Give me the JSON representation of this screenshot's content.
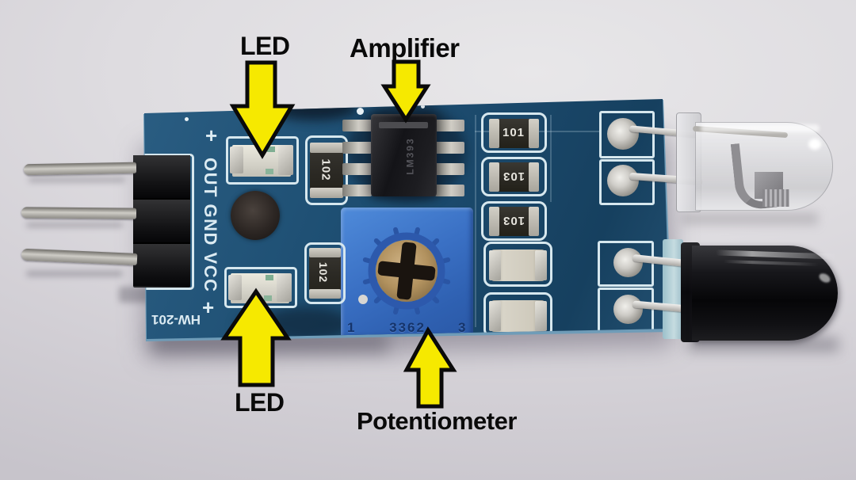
{
  "annotations": {
    "led_top": "LED",
    "amplifier": "Amplifier",
    "led_bottom": "LED",
    "potentiometer": "Potentiometer"
  },
  "theme": {
    "arrow_yellow": "#f6e900",
    "arrow_outline": "#0a0a0a",
    "pcb_blue": "#1d4f73",
    "pot_blue": "#3a70c4",
    "silkscreen_white": "#d6e7ee",
    "background_gray": "#d9d7da"
  },
  "board": {
    "model": "HW-201",
    "pin_labels": "OUT GND VCC",
    "plus_top": "+",
    "plus_bottom": "+",
    "ic_part": "LM393",
    "pot": {
      "model": "3362",
      "pin_left": "1",
      "pin_right": "3"
    },
    "resistors": {
      "near_top_led": "102",
      "near_bottom_led": "102",
      "col_1": "101",
      "col_2": "103",
      "col_3": "103"
    }
  }
}
